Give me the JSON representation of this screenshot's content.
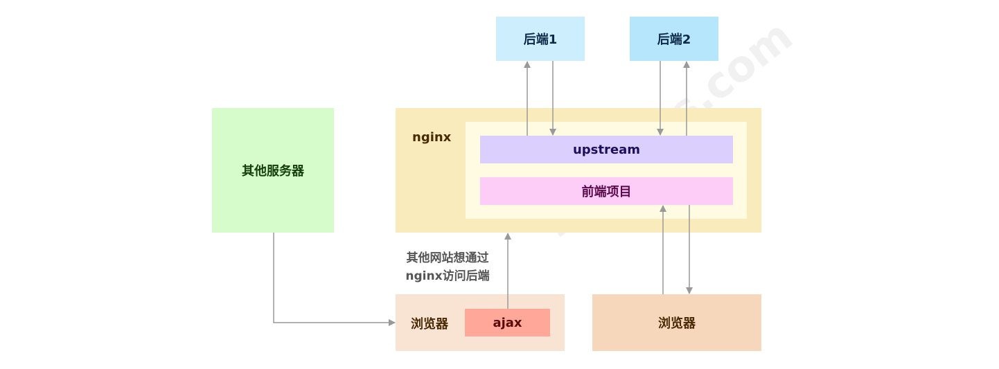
{
  "backend1": {
    "label": "后端1"
  },
  "backend2": {
    "label": "后端2"
  },
  "nginx": {
    "label": "nginx",
    "upstream": "upstream",
    "frontend_project": "前端项目"
  },
  "other_server": {
    "label": "其他服务器"
  },
  "browser_left": {
    "label": "浏览器",
    "ajax": "ajax"
  },
  "browser_right": {
    "label": "浏览器"
  },
  "note": {
    "line1": "其他网站想通过",
    "line2": "nginx访问后端"
  },
  "watermark": "ydlclass.com",
  "colors": {
    "arrow": "#999999",
    "backend1": "#cdeffd",
    "backend2": "#b5e6fb",
    "nginx_outer": "#f9ebbc",
    "nginx_inner": "#fffbe3",
    "upstream": "#dacffd",
    "frontend": "#fdcdf7",
    "other_server": "#d5fcca",
    "browser_left": "#f9e4d3",
    "ajax": "#ffa89a",
    "browser_right": "#f7d7bb"
  }
}
